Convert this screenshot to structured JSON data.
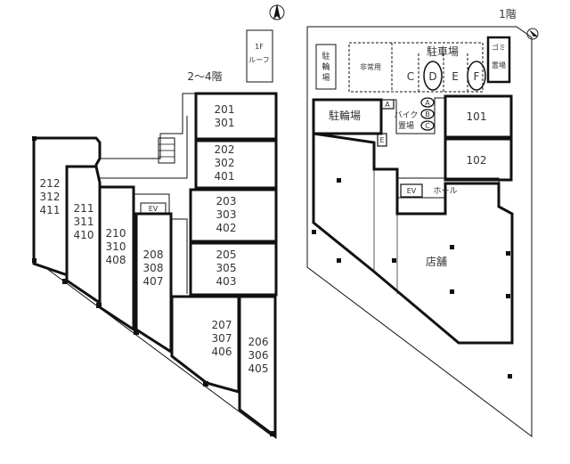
{
  "compass_left": "north-arrow-icon",
  "compass_right": "north-arrow-icon",
  "left_plan": {
    "floor_label": "2～4階",
    "roof_note": "1F\nルーフ",
    "units": [
      {
        "id": "unit-212-312-411",
        "lines": [
          "212",
          "312",
          "411"
        ]
      },
      {
        "id": "unit-211-311-410",
        "lines": [
          "211",
          "311",
          "410"
        ]
      },
      {
        "id": "unit-210-310-408",
        "lines": [
          "210",
          "310",
          "408"
        ]
      },
      {
        "id": "unit-208-308-407",
        "lines": [
          "208",
          "308",
          "407"
        ]
      },
      {
        "id": "unit-207-307-406",
        "lines": [
          "207",
          "307",
          "406"
        ]
      },
      {
        "id": "unit-206-306-405",
        "lines": [
          "206",
          "306",
          "405"
        ]
      },
      {
        "id": "unit-201-301",
        "lines": [
          "201",
          "301"
        ]
      },
      {
        "id": "unit-202-302-401",
        "lines": [
          "202",
          "302",
          "401"
        ]
      },
      {
        "id": "unit-203-303-402",
        "lines": [
          "203",
          "303",
          "402"
        ]
      },
      {
        "id": "unit-205-305-403",
        "lines": [
          "205",
          "305",
          "403"
        ]
      }
    ],
    "ev_label": "EV"
  },
  "right_plan": {
    "floor_label": "1階",
    "bicycle_top": "駐\n輪\n場",
    "trash": "ゴミ\n置場",
    "waste_area": "非常用",
    "parking": "駐車場",
    "parking_spots": [
      "C",
      "D",
      "E",
      "F"
    ],
    "bicycle_parking": "駐輪場",
    "bike_area": "バイク\n置場",
    "unit_101": "101",
    "unit_102": "102",
    "ev": "EV",
    "hall": "ホール",
    "store": "店舗",
    "marker_a": "A",
    "marker_e": "E",
    "bike_spots": [
      "A",
      "B",
      "C"
    ]
  }
}
